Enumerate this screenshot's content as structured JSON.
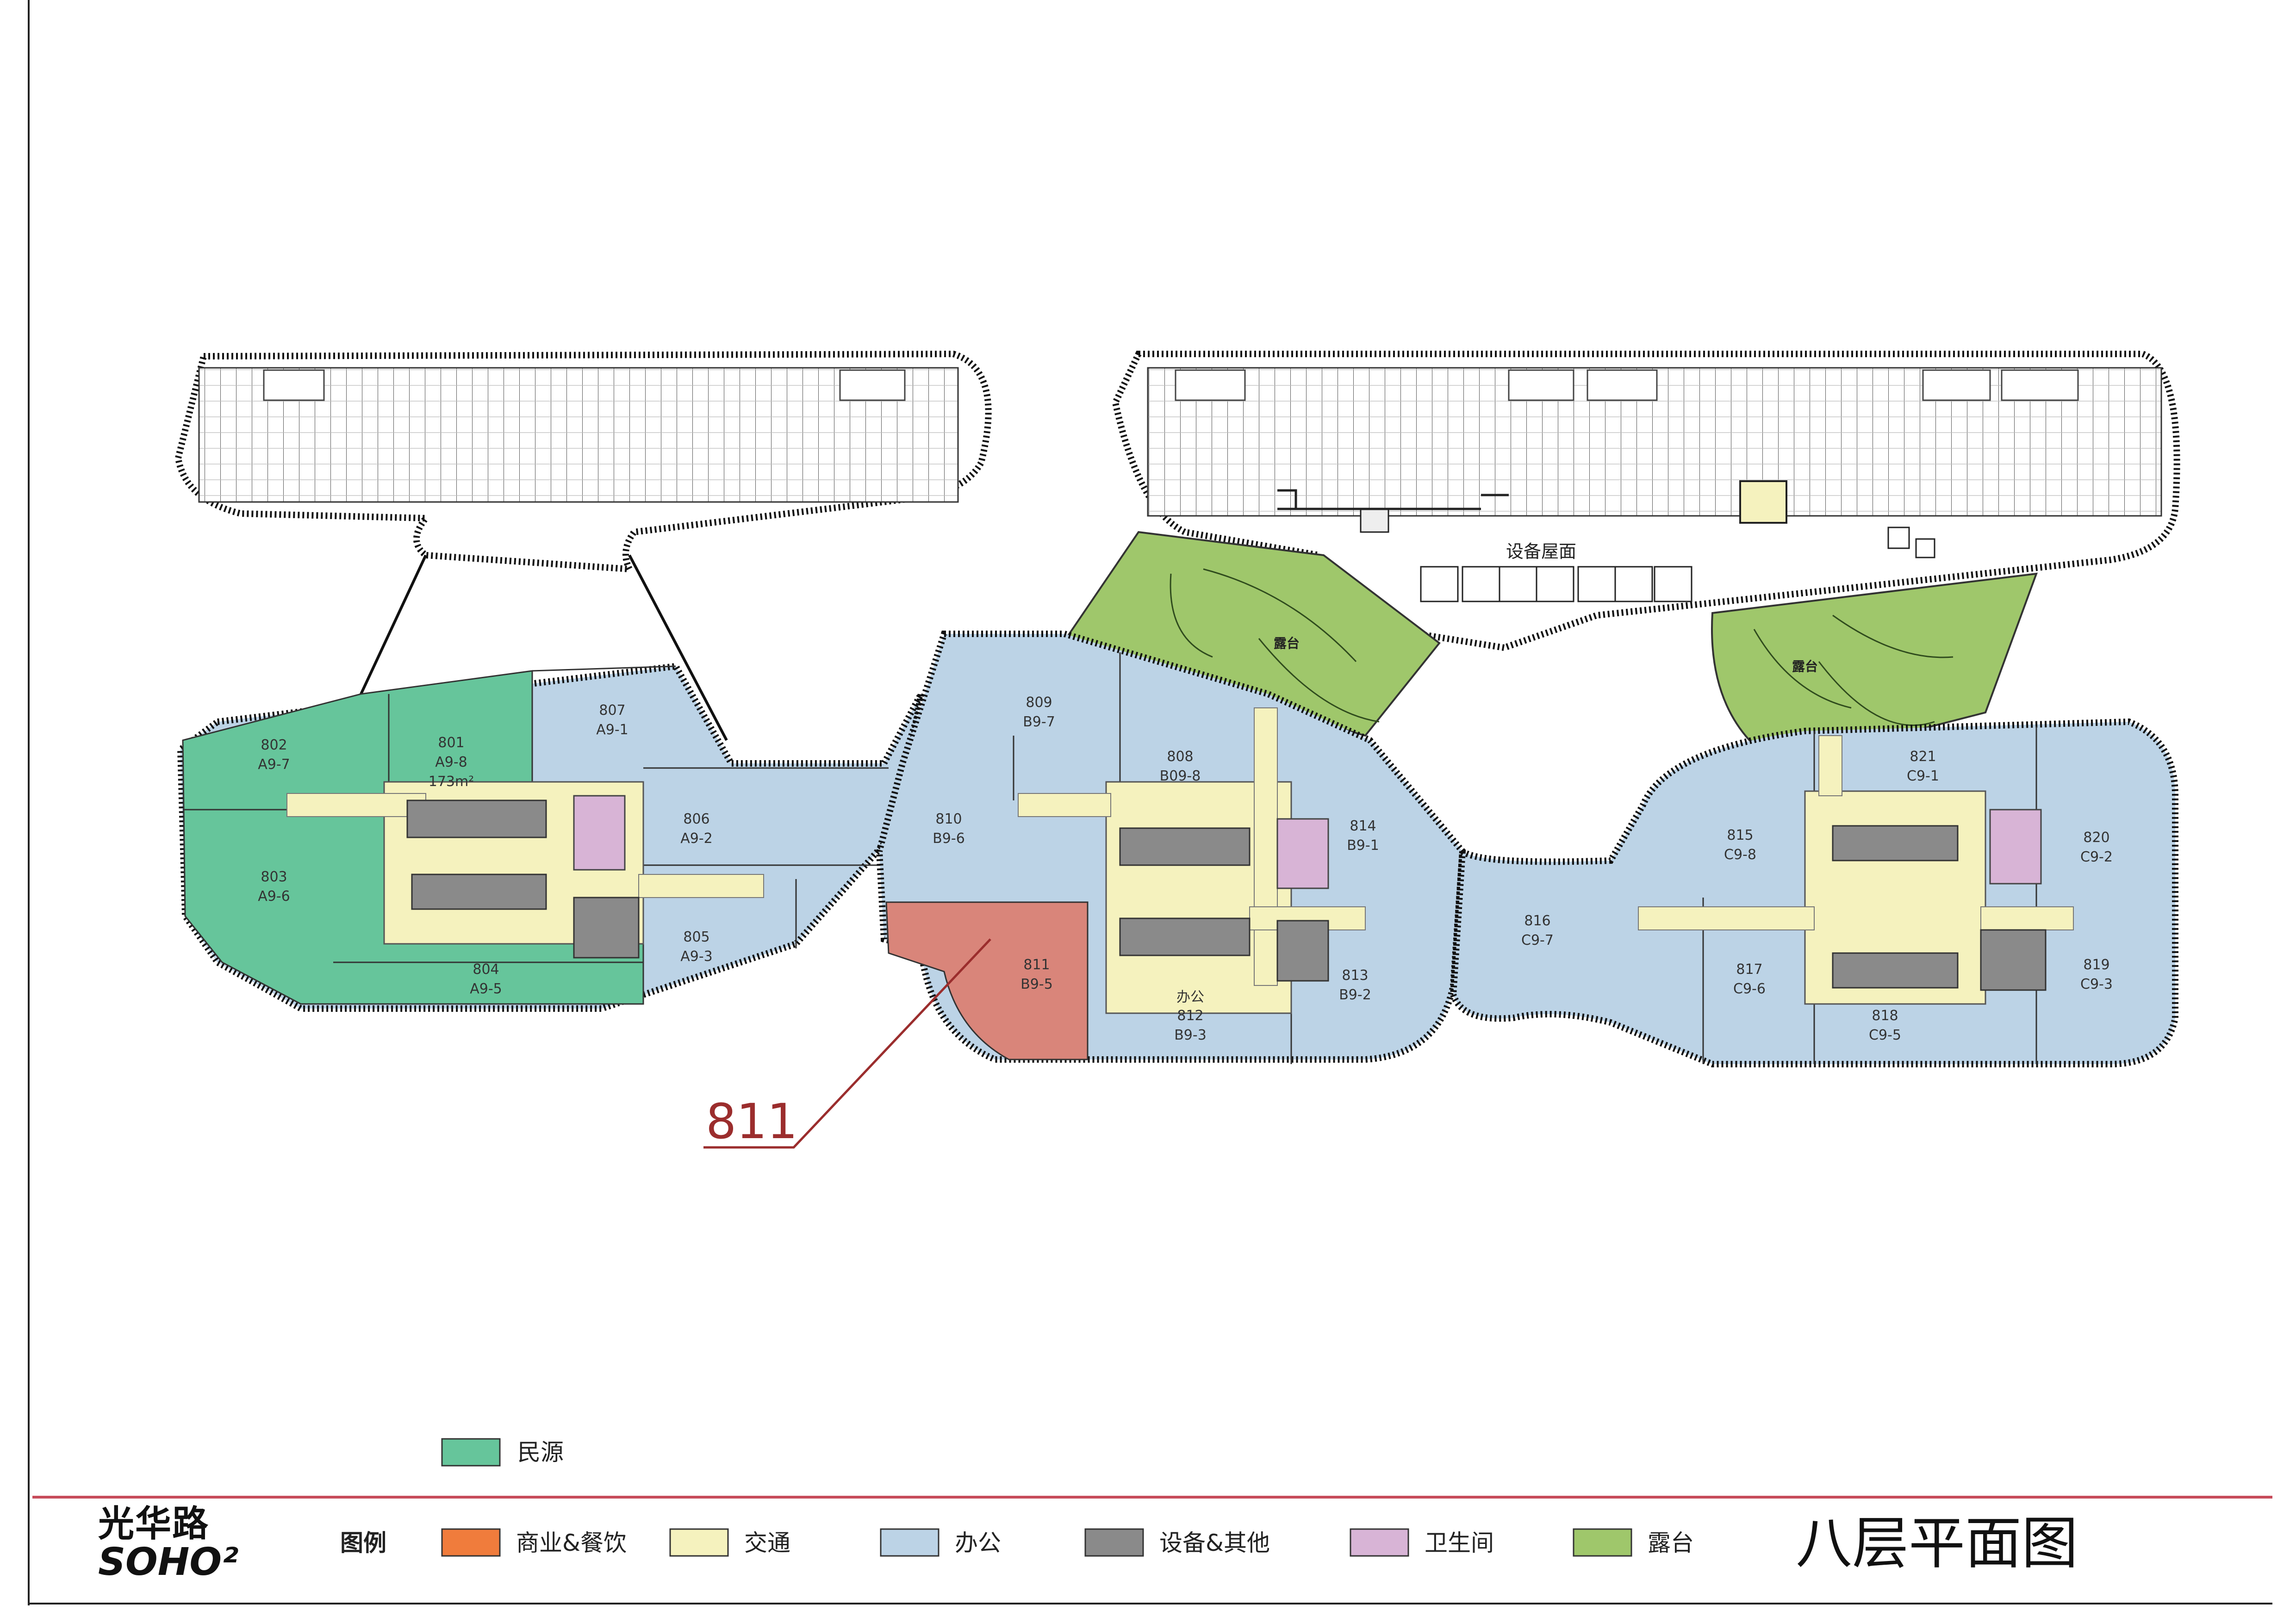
{
  "colors": {
    "commercial": "#f07c3c",
    "circulation": "#f5f2be",
    "office": "#bcd3e6",
    "equipment": "#8a8a8a",
    "restroom": "#d8b4d6",
    "terrace": "#9fc76b",
    "minyuan": "#66c59b",
    "unit811": "#d9857a",
    "accent_line": "#c74b5a",
    "callout": "#9b2d2d"
  },
  "roof_label": "设备屋面",
  "terrace_labels": [
    "露台",
    "露台"
  ],
  "office_label": "办公",
  "units": [
    {
      "no": "802",
      "code": "A9-7",
      "area": ""
    },
    {
      "no": "801",
      "code": "A9-8",
      "area": "173m²"
    },
    {
      "no": "807",
      "code": "A9-1",
      "area": ""
    },
    {
      "no": "803",
      "code": "A9-6",
      "area": ""
    },
    {
      "no": "806",
      "code": "A9-2",
      "area": ""
    },
    {
      "no": "805",
      "code": "A9-3",
      "area": ""
    },
    {
      "no": "804",
      "code": "A9-5",
      "area": ""
    },
    {
      "no": "809",
      "code": "B9-7",
      "area": ""
    },
    {
      "no": "808",
      "code": "B09-8",
      "area": ""
    },
    {
      "no": "810",
      "code": "B9-6",
      "area": ""
    },
    {
      "no": "811",
      "code": "B9-5",
      "area": ""
    },
    {
      "no": "814",
      "code": "B9-1",
      "area": ""
    },
    {
      "no": "813",
      "code": "B9-2",
      "area": ""
    },
    {
      "no": "812",
      "code": "B9-3",
      "area": ""
    },
    {
      "no": "816",
      "code": "C9-7",
      "area": ""
    },
    {
      "no": "815",
      "code": "C9-8",
      "area": ""
    },
    {
      "no": "817",
      "code": "C9-6",
      "area": ""
    },
    {
      "no": "821",
      "code": "C9-1",
      "area": ""
    },
    {
      "no": "818",
      "code": "C9-5",
      "area": ""
    },
    {
      "no": "820",
      "code": "C9-2",
      "area": ""
    },
    {
      "no": "819",
      "code": "C9-3",
      "area": ""
    }
  ],
  "callout_label": "811",
  "legend_top": {
    "label": "民源"
  },
  "legend": {
    "title": "图例",
    "items": [
      {
        "label": "商业&餐饮",
        "key": "commercial"
      },
      {
        "label": "交通",
        "key": "circulation"
      },
      {
        "label": "办公",
        "key": "office"
      },
      {
        "label": "设备&其他",
        "key": "equipment"
      },
      {
        "label": "卫生间",
        "key": "restroom"
      },
      {
        "label": "露台",
        "key": "terrace"
      }
    ]
  },
  "page_title": "八层平面图",
  "brand": {
    "line1": "光华路",
    "line2": "SOHO²"
  }
}
